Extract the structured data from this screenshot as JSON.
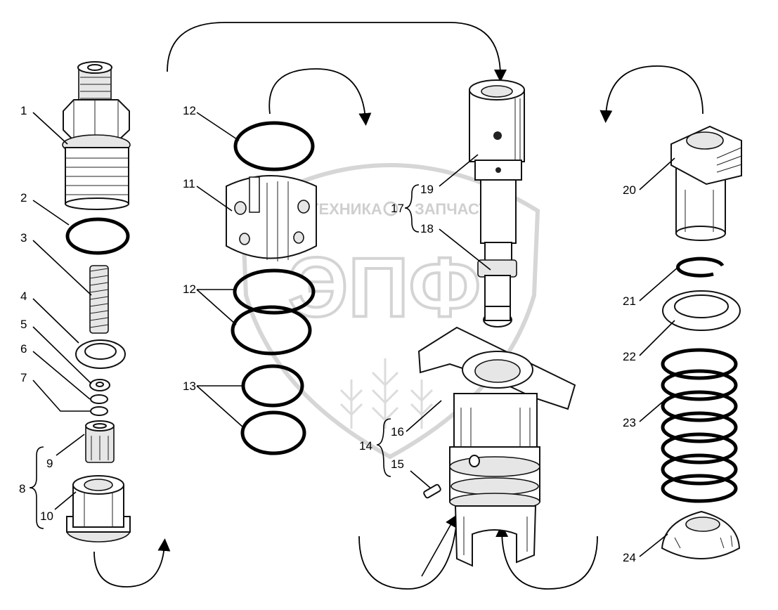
{
  "watermark": {
    "left_word": "ТЕХНИКА",
    "right_word": "ЗАПЧАСТИ",
    "monogram": "ЭПФ"
  },
  "callouts": {
    "c1": "1",
    "c2": "2",
    "c3": "3",
    "c4": "4",
    "c5": "5",
    "c6": "6",
    "c7": "7",
    "c8": "8",
    "c9": "9",
    "c10": "10",
    "c11": "11",
    "c12a": "12",
    "c12b": "12",
    "c13": "13",
    "c14": "14",
    "c15": "15",
    "c16": "16",
    "c17": "17",
    "c18": "18",
    "c19": "19",
    "c20": "20",
    "c21": "21",
    "c22": "22",
    "c23": "23",
    "c24": "24"
  },
  "colors": {
    "line": "#000000",
    "shade": "#e6e6e6",
    "watermark": "#d6d6d6"
  }
}
